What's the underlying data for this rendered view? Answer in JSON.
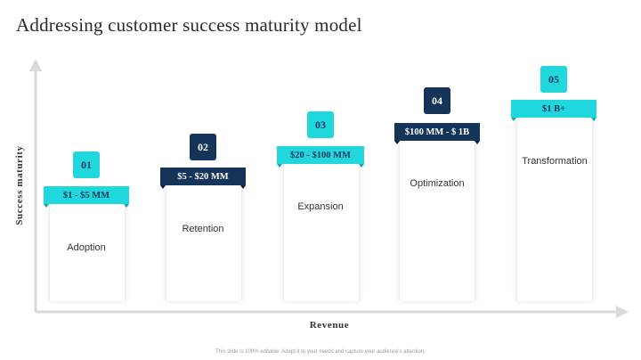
{
  "title": "Addressing customer success maturity model",
  "y_axis_label": "Success maturity",
  "x_axis_label": "Revenue",
  "stages": [
    {
      "number": "01",
      "range": "$1 - $5 MM",
      "name": "Adoption",
      "theme": "teal"
    },
    {
      "number": "02",
      "range": "$5 - $20 MM",
      "name": "Retention",
      "theme": "navy"
    },
    {
      "number": "03",
      "range": "$20 - $100 MM",
      "name": "Expansion",
      "theme": "teal"
    },
    {
      "number": "04",
      "range": "$100 MM - $ 1B",
      "name": "Optimization",
      "theme": "navy"
    },
    {
      "number": "05",
      "range": "$1 B+",
      "name": "Transformation",
      "theme": "teal"
    }
  ],
  "footer": "This slide is 100% editable. Adapt it to your needs and capture your audience's attention.",
  "colors": {
    "teal": "#1fd7dd",
    "navy": "#14345a",
    "axis": "#d9d9d9"
  }
}
